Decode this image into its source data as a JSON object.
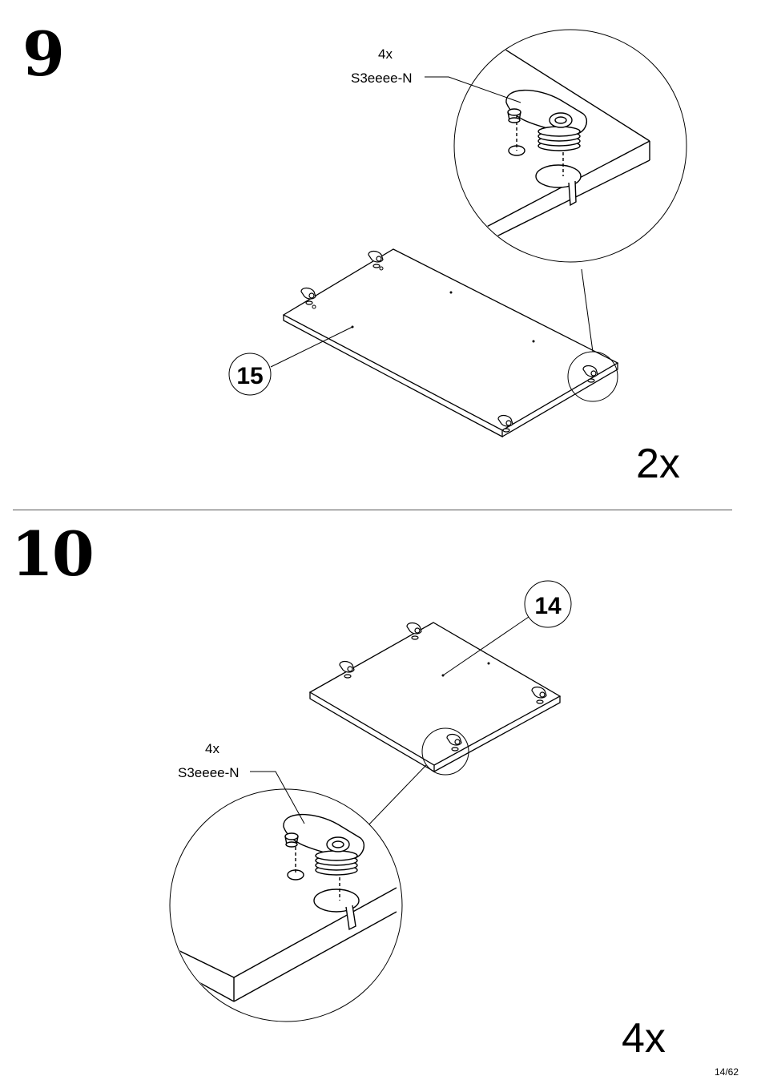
{
  "steps": [
    {
      "number": "9",
      "hardware_qty": "4x",
      "hardware_code": "S3eeee-N",
      "part_number": "15",
      "repeat_qty": "2x"
    },
    {
      "number": "10",
      "hardware_qty": "4x",
      "hardware_code": "S3eeee-N",
      "part_number": "14",
      "repeat_qty": "4x"
    }
  ],
  "page": "14/62"
}
